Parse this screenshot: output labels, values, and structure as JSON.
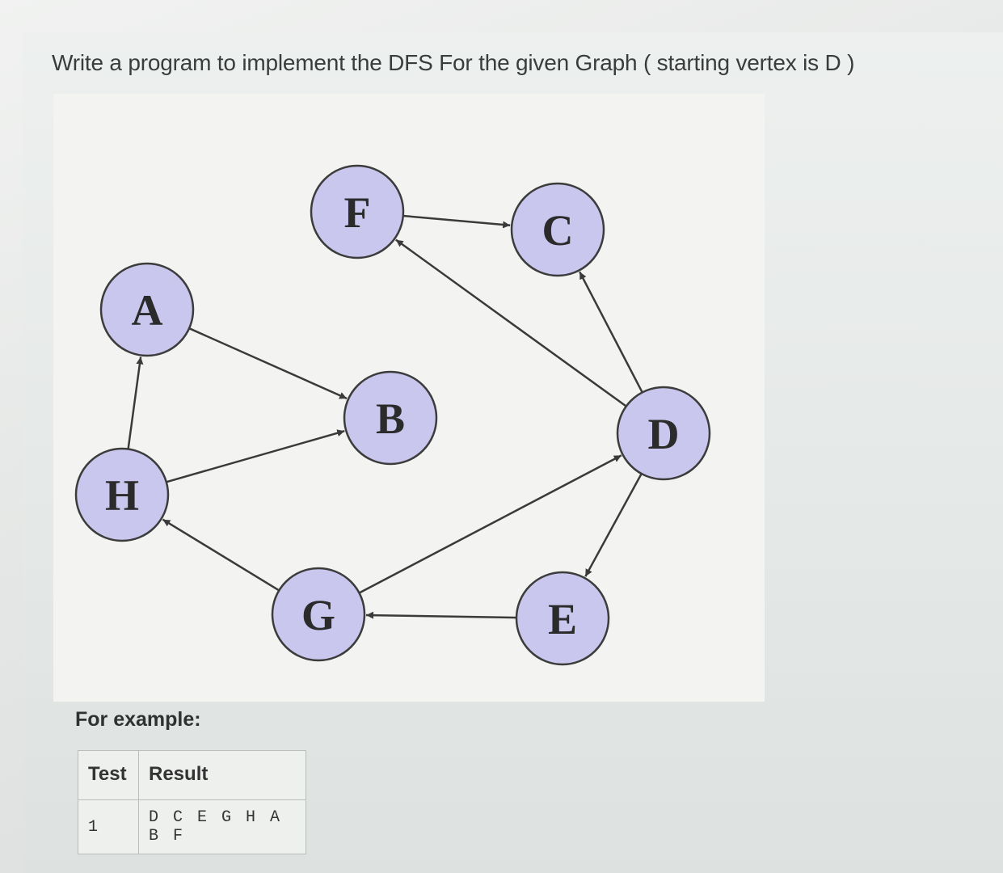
{
  "question": {
    "title": "Write a program to implement the DFS For the given Graph ( starting vertex is D )"
  },
  "graph": {
    "nodes": [
      {
        "id": "F",
        "label": "F"
      },
      {
        "id": "C",
        "label": "C"
      },
      {
        "id": "A",
        "label": "A"
      },
      {
        "id": "B",
        "label": "B"
      },
      {
        "id": "D",
        "label": "D"
      },
      {
        "id": "H",
        "label": "H"
      },
      {
        "id": "G",
        "label": "G"
      },
      {
        "id": "E",
        "label": "E"
      }
    ],
    "edges": [
      {
        "from": "F",
        "to": "C"
      },
      {
        "from": "D",
        "to": "F"
      },
      {
        "from": "D",
        "to": "C"
      },
      {
        "from": "A",
        "to": "B"
      },
      {
        "from": "H",
        "to": "A"
      },
      {
        "from": "H",
        "to": "B"
      },
      {
        "from": "G",
        "to": "H"
      },
      {
        "from": "G",
        "to": "D"
      },
      {
        "from": "D",
        "to": "E"
      },
      {
        "from": "E",
        "to": "G"
      }
    ],
    "colors": {
      "node_fill": "#c9c7ee",
      "node_stroke": "#3c3c3c",
      "edge": "#3a3a3a"
    }
  },
  "example": {
    "label": "For example:",
    "columns": [
      "Test",
      "Result"
    ],
    "rows": [
      {
        "test": "1",
        "result": "D C E G H A B F"
      }
    ]
  }
}
